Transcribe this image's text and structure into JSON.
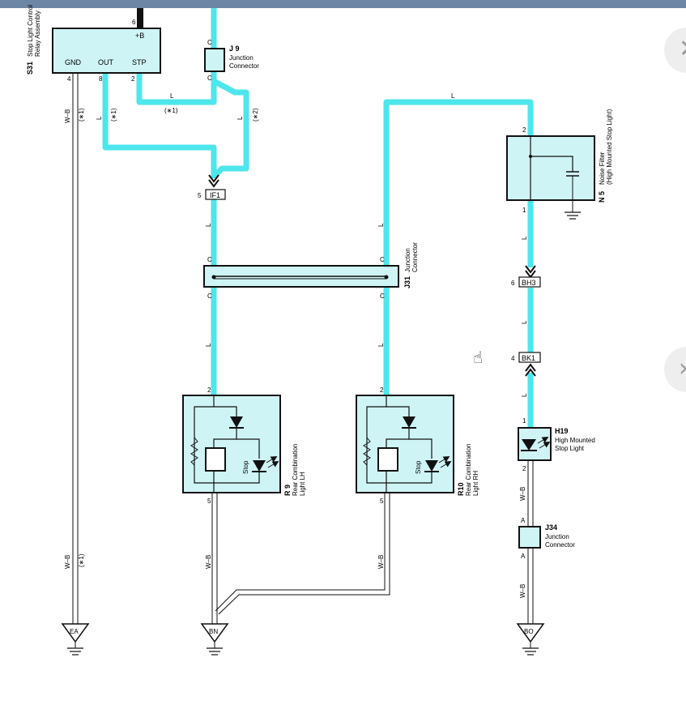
{
  "relay": {
    "label": "S31",
    "name1": "Stop Light Control",
    "name2": "Relay Assembly",
    "pin_b": "+B",
    "pin_gnd": "GND",
    "pin_out": "OUT",
    "pin_stp": "STP",
    "pn6": "6",
    "pn4": "4",
    "pn8": "8",
    "pn2": "2"
  },
  "j9": {
    "label": "J 9",
    "name1": "Junction",
    "name2": "Connector",
    "c1": "C",
    "c2": "C"
  },
  "note1": "(∗1)",
  "note2": "(∗2)",
  "wire_L": "L",
  "wire_WB": "W–B",
  "if1": {
    "label": "IF1",
    "pin": "5"
  },
  "j31": {
    "label": "J31",
    "name1": "Junction",
    "name2": "Connector",
    "c": "C"
  },
  "n5": {
    "label": "N 5",
    "name1": "Noise Filter",
    "name2": "(High Mounted Stop Light)",
    "p2": "2",
    "p1": "1"
  },
  "bh3": {
    "label": "BH3",
    "pin": "6"
  },
  "bk1": {
    "label": "BK1",
    "pin": "4"
  },
  "r9": {
    "label": "R 9",
    "name1": "Rear Combination",
    "name2": "Light LH",
    "stop": "Stop",
    "p2": "2",
    "p5": "5"
  },
  "r10": {
    "label": "R10",
    "name1": "Rear Combination",
    "name2": "Light RH",
    "stop": "Stop",
    "p2": "2",
    "p5": "5"
  },
  "h19": {
    "label": "H19",
    "name1": "High Mounted",
    "name2": "Stop Light",
    "p1": "1",
    "p2": "2"
  },
  "j34": {
    "label": "J34",
    "name1": "Junction",
    "name2": "Connector",
    "a": "A"
  },
  "grounds": {
    "ea": "EA",
    "bn": "BN",
    "bo": "BO"
  },
  "colors": {
    "wire": "#4de6ec",
    "component_fill": "#cff4f6",
    "topbar": "#6e86a5"
  },
  "nav": {
    "next_icon": "chevron-right-icon"
  }
}
